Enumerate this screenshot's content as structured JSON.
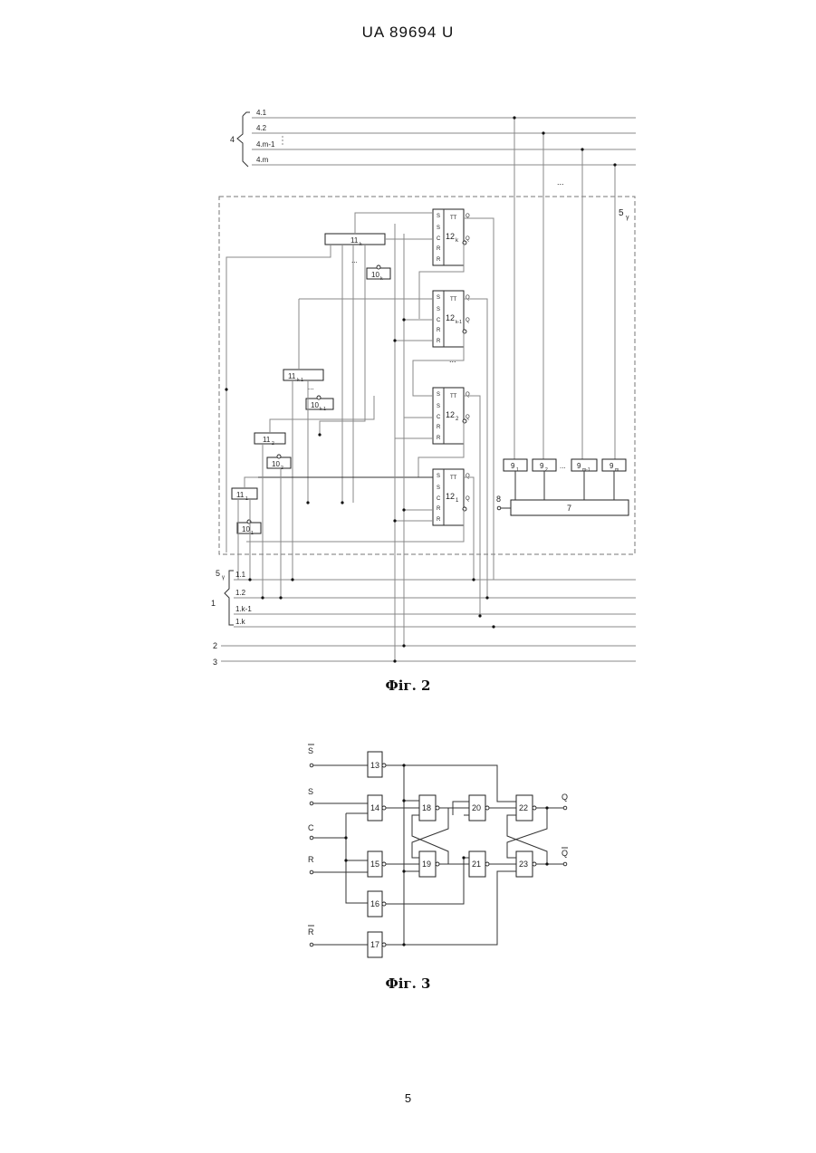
{
  "header": {
    "doc_id": "UA   89694   U"
  },
  "page_number": "5",
  "fig2": {
    "caption": "Фіг. 2",
    "bus4": {
      "label": "4",
      "lines": [
        "4.1",
        "4.2",
        "4.m-1",
        "4.m"
      ]
    },
    "bus1": {
      "label": "1",
      "lines": [
        "1.1",
        "1.2",
        "1.k-1",
        "1.k"
      ]
    },
    "line2": "2",
    "line3": "3",
    "line8": "8",
    "block5": "5",
    "block5_sub": "γ",
    "block5_bottom": "5",
    "block5_bottom_sub": "γ",
    "dots": "...",
    "triggers": [
      {
        "name": "12",
        "sub": "k",
        "type": "TT",
        "pins": [
          "S",
          "S",
          "C",
          "R",
          "R"
        ],
        "q": "Q",
        "nq": "Q"
      },
      {
        "name": "12",
        "sub": "k-1",
        "type": "TT",
        "pins": [
          "S",
          "S",
          "C",
          "R",
          "R"
        ],
        "q": "Q",
        "nq": "Q"
      },
      {
        "name": "12",
        "sub": "2",
        "type": "TT",
        "pins": [
          "S",
          "S",
          "C",
          "R",
          "R"
        ],
        "q": "Q",
        "nq": "Q"
      },
      {
        "name": "12",
        "sub": "1",
        "type": "TT",
        "pins": [
          "S",
          "S",
          "C",
          "R",
          "R"
        ],
        "q": "Q",
        "nq": "Q"
      }
    ],
    "blocks11": [
      {
        "name": "11",
        "sub": "k"
      },
      {
        "name": "11",
        "sub": "k-1"
      },
      {
        "name": "11",
        "sub": "2"
      },
      {
        "name": "11",
        "sub": "1"
      }
    ],
    "blocks10": [
      {
        "name": "10",
        "sub": "k"
      },
      {
        "name": "10",
        "sub": "k-1"
      },
      {
        "name": "10",
        "sub": "2"
      },
      {
        "name": "10",
        "sub": "1"
      }
    ],
    "blocks9": [
      {
        "name": "9",
        "sub": "1"
      },
      {
        "name": "9",
        "sub": "2"
      },
      {
        "name": "9",
        "sub": "m-1"
      },
      {
        "name": "9",
        "sub": "m"
      }
    ],
    "block7": "7"
  },
  "fig3": {
    "caption": "Фіг. 3",
    "inputs": [
      "S",
      "S",
      "C",
      "R",
      "R"
    ],
    "outputs": [
      "Q",
      "Q"
    ],
    "gates": [
      "13",
      "14",
      "15",
      "16",
      "17",
      "18",
      "19",
      "20",
      "21",
      "22",
      "23"
    ]
  }
}
